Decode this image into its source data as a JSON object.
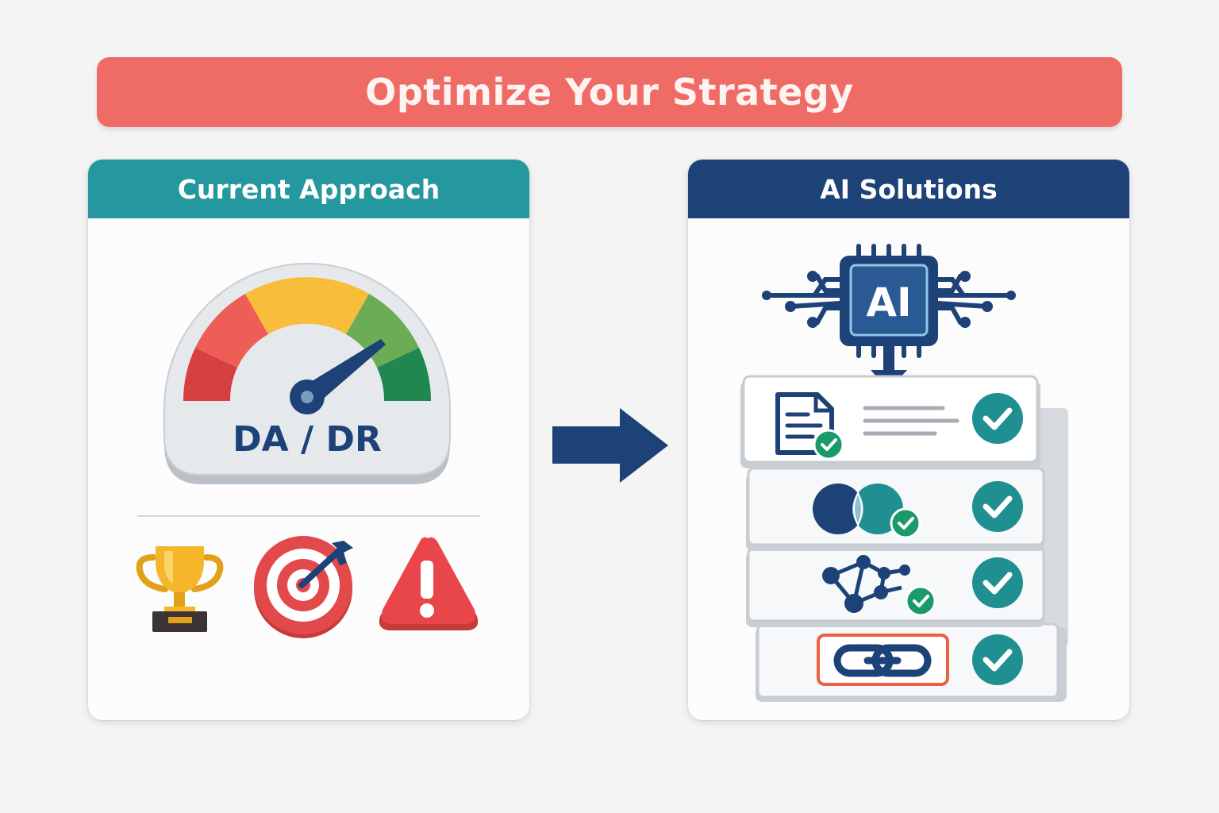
{
  "title": "Optimize Your Strategy",
  "left_panel": {
    "header": "Current Approach",
    "gauge_label": "DA / DR",
    "icons": [
      "trophy-icon",
      "target-icon",
      "warning-icon"
    ]
  },
  "right_panel": {
    "header": "AI Solutions",
    "chip_label": "AI",
    "items": [
      {
        "icon": "document-check-icon",
        "status": "check-icon"
      },
      {
        "icon": "overlap-circles-icon",
        "status": "check-icon"
      },
      {
        "icon": "network-graph-icon",
        "status": "check-icon"
      },
      {
        "icon": "link-icon",
        "status": "check-icon"
      }
    ]
  },
  "colors": {
    "title_banner": "#ef6b66",
    "left_header": "#24979f",
    "right_header": "#1d4277",
    "check": "#1f8f91",
    "navy": "#1d4277"
  }
}
